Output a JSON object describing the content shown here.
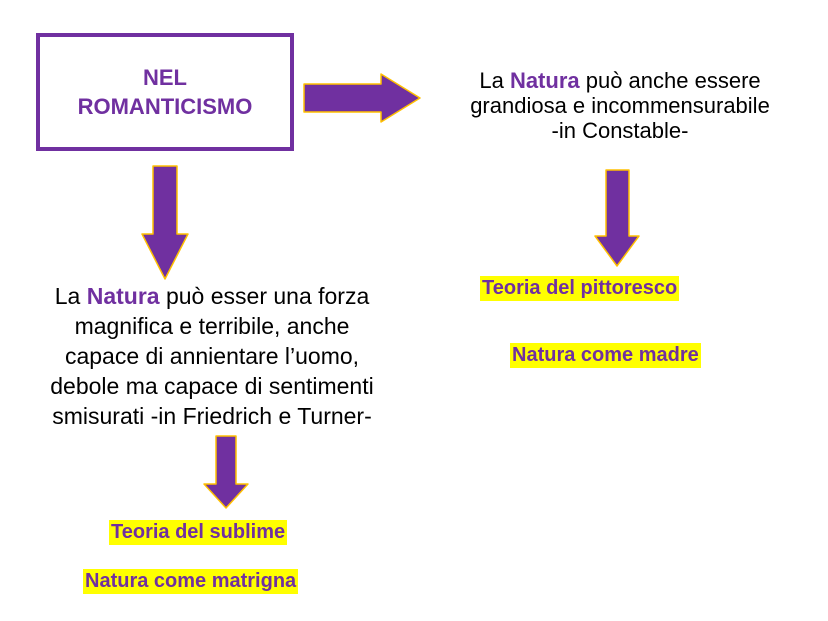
{
  "box": {
    "line1": "NEL",
    "line2": "ROMANTICISMO"
  },
  "right_branch": {
    "line1_pre": "La ",
    "line1_key": "Natura",
    "line1_post": " può anche essere",
    "line2": "grandiosa e incommensurabile",
    "line3": "-in Constable-",
    "tag1": "Teoria del pittoresco",
    "tag2": "Natura come madre"
  },
  "left_branch": {
    "line1_pre": "La ",
    "line1_key": "Natura",
    "line1_post": " può esser una forza",
    "line2": "magnifica e terribile, anche",
    "line3": "capace di annientare l’uomo,",
    "line4": "debole ma capace di sentimenti",
    "line5": "smisurati -in Friedrich e Turner-",
    "tag1": "Teoria del sublime",
    "tag2": "Natura come matrigna"
  },
  "colors": {
    "accent": "#7030a0",
    "arrow_outline": "#ffc000",
    "highlight": "#ffff00"
  }
}
